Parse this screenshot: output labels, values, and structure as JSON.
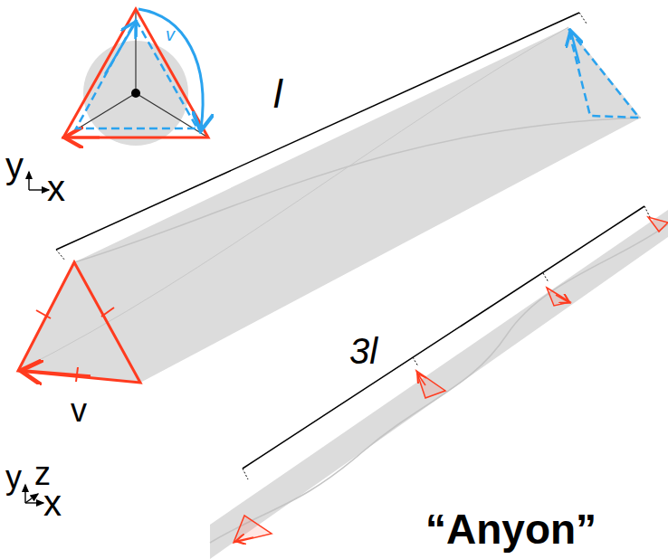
{
  "diagram": {
    "labels": [
      "v",
      "y",
      "x",
      "l",
      "v",
      "y",
      "z",
      "x",
      "3l",
      "“Anyon”"
    ]
  }
}
